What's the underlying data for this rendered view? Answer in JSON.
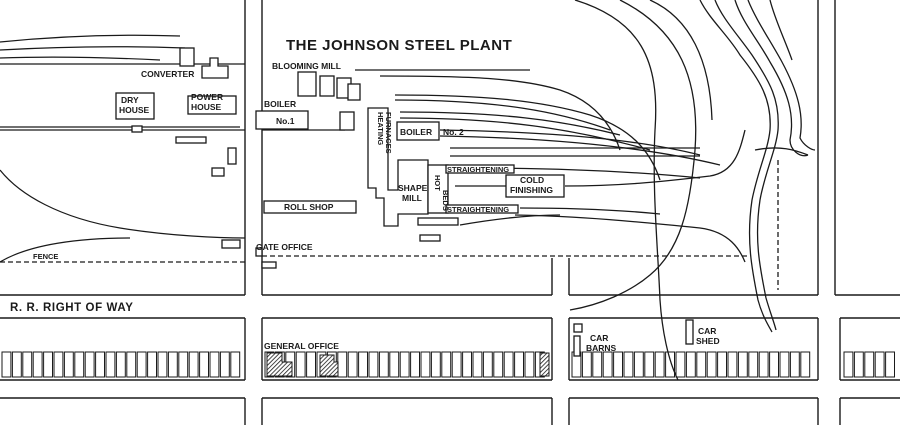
{
  "map": {
    "title": "THE JOHNSON STEEL PLANT",
    "colors": {
      "ink": "#1a1a1a",
      "paper": "#ffffff"
    },
    "labels": {
      "converter": "CONVERTER",
      "dry_house_1": "DRY",
      "dry_house_2": "HOUSE",
      "power_house_1": "POWER",
      "power_house_2": "HOUSE",
      "blooming_mill": "BLOOMING MILL",
      "boiler_no1_1": "BOILER",
      "boiler_no1_2": "No.1",
      "heating_furnaces_1": "HEATING",
      "heating_furnaces_2": "FURNACES",
      "boiler_no2": "BOILER",
      "no2": "No. 2",
      "straightening_top": "STRAIGHTENING",
      "hot_beds_1": "HOT",
      "hot_beds_2": "BEDS",
      "shape_mill_1": "SHAPE",
      "shape_mill_2": "MILL",
      "cold_finishing_1": "COLD",
      "cold_finishing_2": "FINISHING",
      "straightening_bottom": "STRAIGHTENING",
      "roll_shop": "ROLL SHOP",
      "gate_office": "GATE OFFICE",
      "fence": "FENCE",
      "rr_right_of_way": "R. R. RIGHT OF WAY",
      "general_office": "GENERAL OFFICE",
      "car_barns_1": "CAR",
      "car_barns_2": "BARNS",
      "car_shed_1": "CAR",
      "car_shed_2": "SHED"
    }
  }
}
